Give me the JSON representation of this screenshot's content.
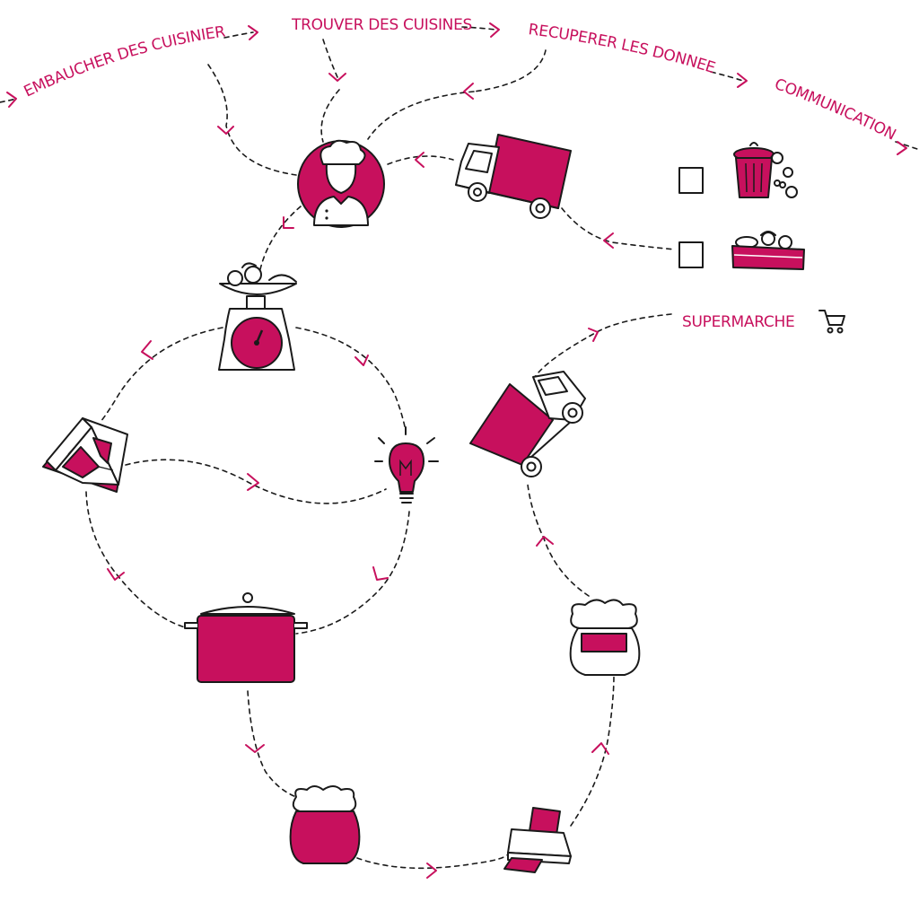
{
  "colors": {
    "accent": "#c7105d",
    "ink": "#1a1a1a",
    "background": "#ffffff"
  },
  "labels": {
    "embaucher": "EMBAUCHER DES CUISINIERS",
    "trouver": "TROUVER DES CUISINES",
    "recuperer": "RECUPERER LES DONNEES",
    "communication": "COMMUNICATION",
    "supermarche": "SUPERMARCHE"
  },
  "icons": [
    "chef-icon",
    "delivery-truck-icon",
    "trash-bin-icon",
    "produce-crate-icon",
    "checkbox-icon",
    "shopping-cart-icon",
    "kitchen-scale-icon",
    "recipe-book-icon",
    "light-bulb-icon",
    "cooking-pot-icon",
    "jam-jar-icon",
    "printer-icon",
    "labeled-jar-icon"
  ]
}
